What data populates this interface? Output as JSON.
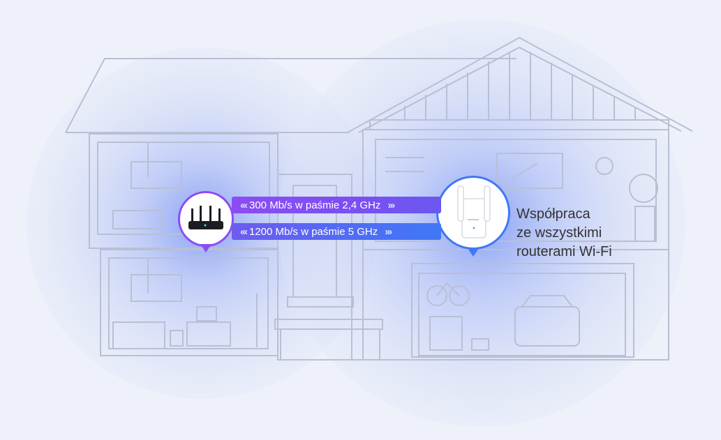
{
  "links": [
    {
      "label": "300 Mb/s w paśmie 2,4 GHz",
      "color": "#8c4cf4"
    },
    {
      "label": "1200 Mb/s w paśmie 5 GHz",
      "color": "#3f78f6"
    }
  ],
  "arrow_glyphs": {
    "left": "‹‹‹",
    "right": "›››"
  },
  "caption": {
    "line1": "Współpraca",
    "line2": "ze wszystkimi",
    "line3": "routerami Wi-Fi"
  },
  "icons": [
    "router-icon",
    "range-extender-icon",
    "house-illustration",
    "wifi-coverage-icon"
  ],
  "colors": {
    "background": "#eef1fa",
    "house_line": "#b9bfd4",
    "coverage_glow": "#7d9cf4",
    "band_24": "#8c4cf4",
    "band_5": "#3f78f6"
  }
}
